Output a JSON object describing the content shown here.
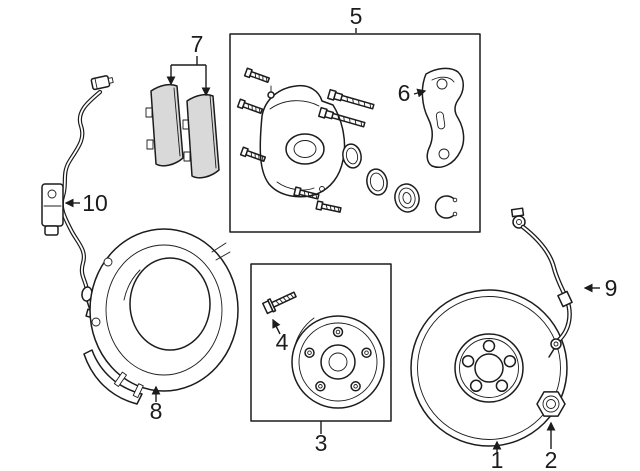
{
  "colors": {
    "ink": "#1c1c1c",
    "paper": "#ffffff",
    "shade": "#d9d9d9"
  },
  "callouts": [
    {
      "label": "1",
      "part": "brake-rotor"
    },
    {
      "label": "2",
      "part": "lug-nut"
    },
    {
      "label": "3",
      "part": "hub-and-bearing-assembly"
    },
    {
      "label": "4",
      "part": "hub-bolt"
    },
    {
      "label": "5",
      "part": "caliper-assembly"
    },
    {
      "label": "6",
      "part": "caliper-mounting-bracket"
    },
    {
      "label": "7",
      "part": "brake-pads"
    },
    {
      "label": "8",
      "part": "splash-shield"
    },
    {
      "label": "9",
      "part": "brake-hose"
    },
    {
      "label": "10",
      "part": "abs-speed-sensor-wire"
    }
  ]
}
